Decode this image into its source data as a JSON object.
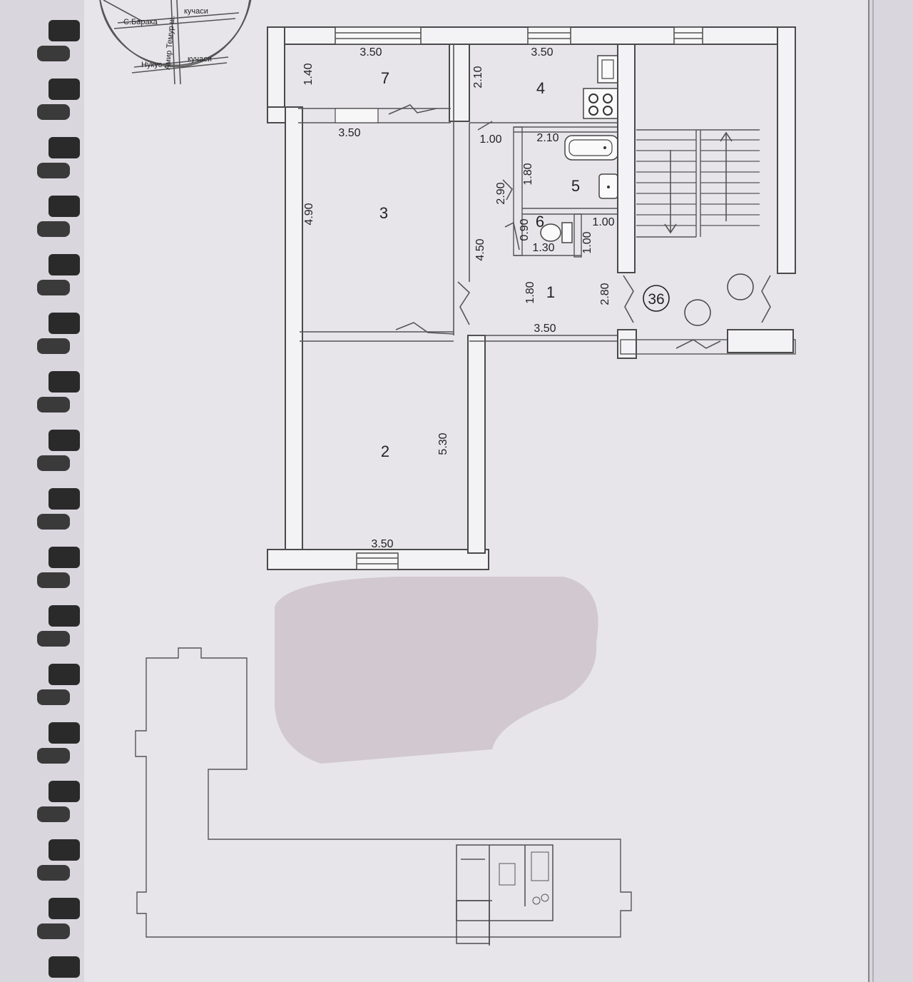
{
  "page": {
    "background": "#d9d6de",
    "paper": "#e6e4e9",
    "ink": "#333333"
  },
  "street_map": {
    "streets": [
      "С.Барака",
      "кучаси",
      "Амир Темур ш.",
      "Нукус",
      "кучаси"
    ]
  },
  "rooms": [
    {
      "id": "7",
      "label": "7"
    },
    {
      "id": "4",
      "label": "4"
    },
    {
      "id": "3",
      "label": "3"
    },
    {
      "id": "5",
      "label": "5"
    },
    {
      "id": "6",
      "label": "6"
    },
    {
      "id": "1",
      "label": "1"
    },
    {
      "id": "2",
      "label": "2"
    }
  ],
  "apartment_number": "36",
  "dimensions": {
    "room7_width": "3.50",
    "room7_depth": "1.40",
    "room4_width": "3.50",
    "room4_depth": "2.10",
    "room3_width": "3.50",
    "room3_depth": "4.90",
    "room5_width": "2.10",
    "room5_depth": "1.80",
    "room5_side": "2.90",
    "corridor_door": "1.00",
    "wc_width": "1.30",
    "wc_depth": "0.90",
    "wc_side": "1.00",
    "wc_side2": "1.00",
    "hall_depth": "4.50",
    "room1_depth": "1.80",
    "room1_side": "2.80",
    "room1_width": "3.50",
    "room2_depth": "5.30",
    "room2_width": "3.50"
  }
}
